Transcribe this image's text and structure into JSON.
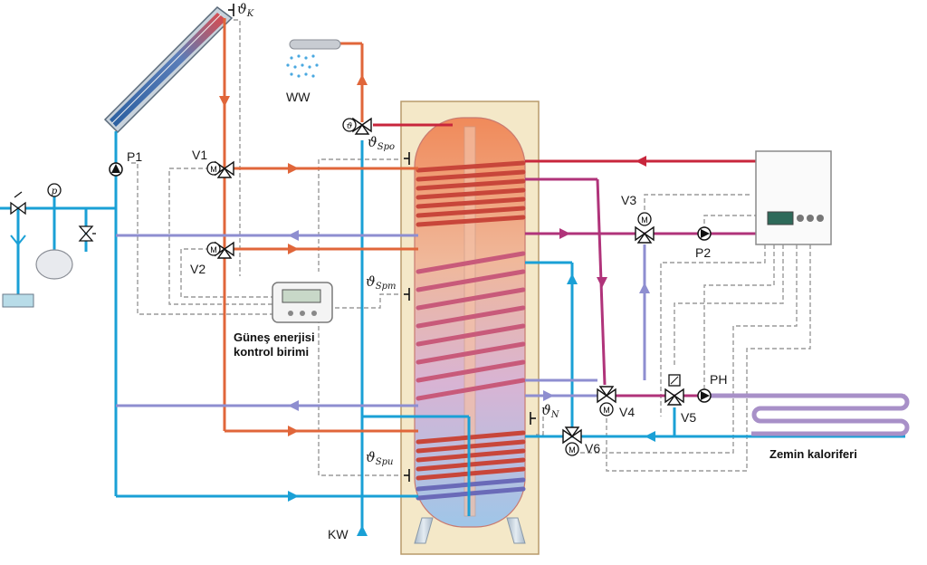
{
  "labels": {
    "sensor_k": "ϑK",
    "sensor_k_main": "ϑ",
    "sensor_k_sub": "K",
    "ww": "WW",
    "kw": "KW",
    "p1": "P1",
    "p2": "P2",
    "ph": "PH",
    "v1": "V1",
    "v2": "V2",
    "v3": "V3",
    "v4": "V4",
    "v5": "V5",
    "v6": "V6",
    "spo_main": "ϑ",
    "spo_sub": "Spo",
    "spm_main": "ϑ",
    "spm_sub": "Spm",
    "spu_main": "ϑ",
    "spu_sub": "Spu",
    "n_main": "ϑ",
    "n_sub": "N",
    "controller_line1": "Güneş enerjisi",
    "controller_line2": "kontrol birimi",
    "floor_heating": "Zemin kaloriferi",
    "motor": "M",
    "pressure": "p",
    "thermo_valve": "ϑ"
  },
  "colors": {
    "cold_blue": "#1aa0d6",
    "hot_orange": "#e0663a",
    "hot_red": "#c8263c",
    "magenta": "#b0337a",
    "return_violet": "#8e8ed0",
    "floor_violet": "#a890c8",
    "tank_outer": "#f4e8c8",
    "signal_gray": "#9a9a9a"
  }
}
